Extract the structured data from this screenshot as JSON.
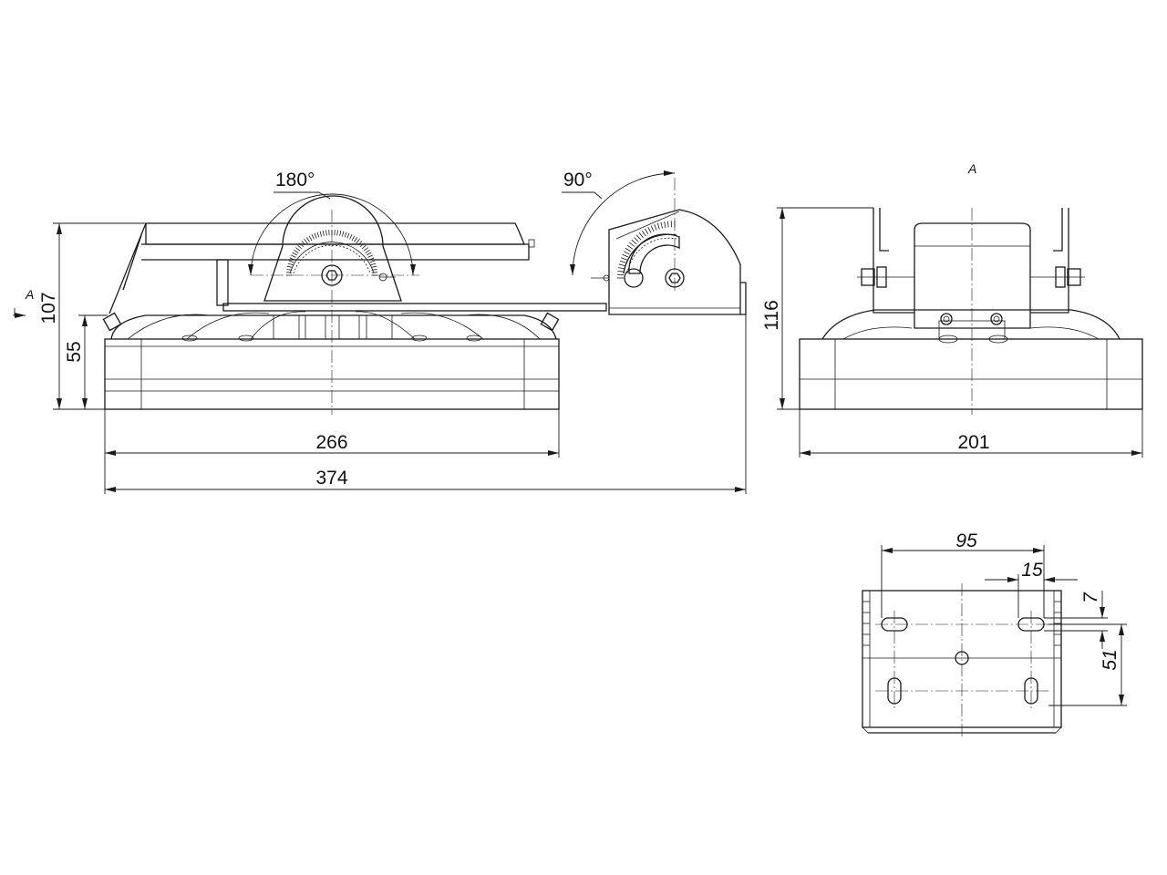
{
  "side_view": {
    "dim_length_total": "374",
    "dim_length_body": "266",
    "dim_height_total": "107",
    "dim_height_body": "55",
    "angle_pivot": "180°",
    "angle_bracket": "90°",
    "view_marker": "A"
  },
  "front_view": {
    "title": "A",
    "dim_width": "201",
    "dim_height": "116"
  },
  "bracket_view": {
    "dim_hole_spacing": "95",
    "dim_slot_length": "15",
    "dim_slot_width": "7",
    "dim_vertical_spacing": "51"
  }
}
